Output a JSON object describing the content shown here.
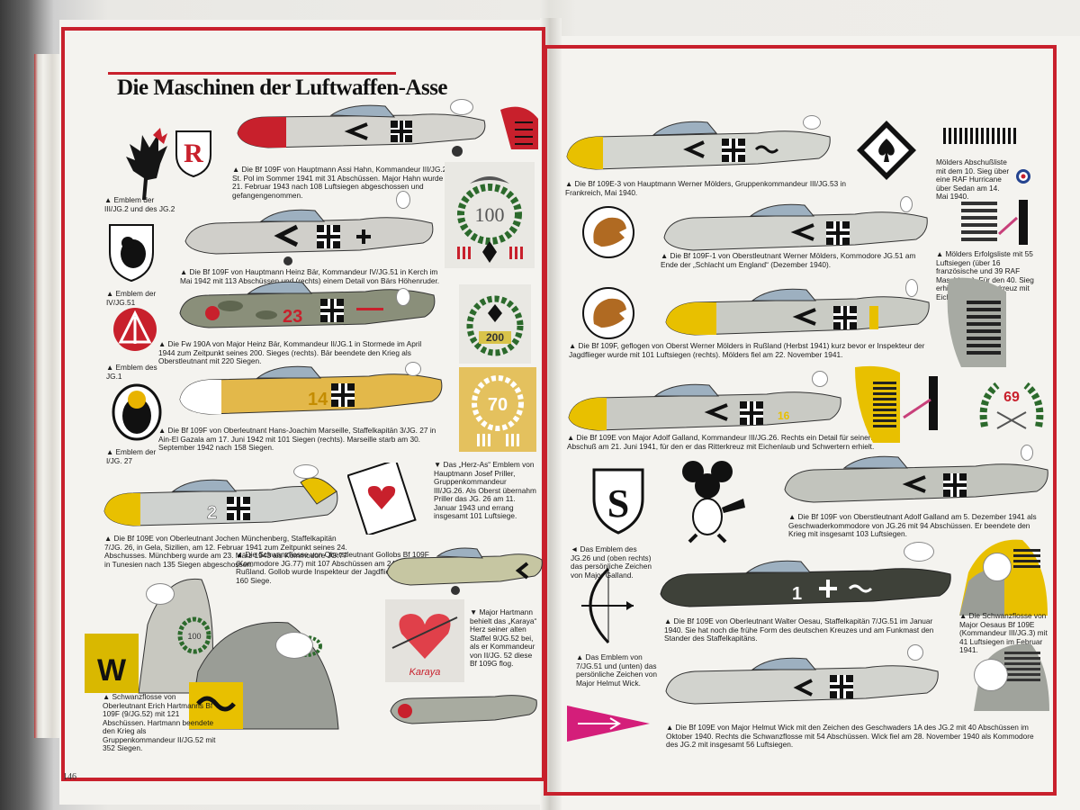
{
  "title": "Die Maschinen der Luftwaffen-Asse",
  "page_left_number": "146",
  "colors": {
    "frame_red": "#c8202c",
    "paper": "#f4f3ef"
  },
  "captions": {
    "c1": "▲ Die Bf 109F von Hauptmann Assi Hahn, Kommandeur III/JG.2 in St. Pol im Sommer 1941 mit 31 Abschüssen. Major Hahn wurde am 21. Februar 1943 nach 108 Luftsiegen abgeschossen und gefangengenommen.",
    "c1_emblem": "▲ Emblem der III/JG.2 und des JG.2",
    "c2": "▲ Die Bf 109F von Hauptmann Heinz Bär, Kommandeur IV/JG.51 in Kerch im Mai 1942 mit 113 Abschüssen und (rechts) einem Detail von Bärs Höhenruder.",
    "c2_emblem": "▲ Emblem der IV/JG.51",
    "c3": "▲ Die Fw 190A von Major Heinz Bär, Kommandeur II/JG.1 in Stormede im April 1944 zum Zeitpunkt seines 200. Sieges (rechts). Bär beendete den Krieg als Oberstleutnant mit 220 Siegen.",
    "c3_emblem": "▲ Emblem des JG.1",
    "c4": "▲ Die Bf 109F von Oberleutnant Hans-Joachim Marseille, Staffelkapitän 3/JG. 27 in Ain-El Gazala am 17. Juni 1942 mit 101 Siegen (rechts). Marseille starb am 30. September 1942 nach 158 Siegen.",
    "c4_emblem": "▲ Emblem der I/JG. 27",
    "c5": "▲ Die Bf 109E von Oberleutnant Jochen Münchenberg, Staffelkapitän 7/JG. 26, in Gela, Sizilien, am 12. Februar 1941 zum Zeitpunkt seines 24. Abschusses. Münchberg wurde am 23. März 1943 als Kommodore JG.77 in Tunesien nach 135 Siegen abgeschossen.",
    "c6": "▼ Das „Herz-As“ Emblem von Hauptmann Josef Priller, Gruppenkommandeur III/JG.26. Als Oberst übernahm Priller das JG. 26 am 11. Januar 1943 und errang insgesamt 101 Luftsiege.",
    "c7": "▲ Die Schwanzflosse von Oberstleutnant Gollobs Bf 109F (Kommodore JG.77) mit 107 Abschüssen am 24. Juni 1942 in Rußland. Gollob wurde Inspekteur der Jagdflieger und errang 160 Siege.",
    "c8": "▼ Major Hartmann behielt das „Karaya“ Herz seiner alten Staffel 9/JG.52 bei, als er Kommandeur von II/JG. 52 diese Bf 109G flog.",
    "c9": "▲ Schwanzflosse von Oberleutnant Erich Hartmanns Bf 109F (9/JG.52) mit 121 Abschüssen. Hartmann beendete den Krieg als Gruppenkommandeur II/JG.52 mit 352 Siegen.",
    "r1": "▲ Die Bf 109E-3 von Hauptmann Werner Mölders, Gruppenkommandeur III/JG.53 in Frankreich, Mai 1940.",
    "r1_side": "Mölders Abschußliste mit dem 10. Sieg über eine RAF Hurricane über Sedan am 14. Mai 1940.",
    "r2": "▲ Die Bf 109F-1 von Oberstleutnant Werner Mölders, Kommodore JG.51 am Ende der „Schlacht um England“ (Dezember 1940).",
    "r2_side": "▲ Mölders Erfolgsliste mit 55 Luftsiegen (über 16 französische und 39 RAF Maschinen). Für den 40. Sieg erhielt er das Ritterkreuz mit Eichenlaub.",
    "r3": "▲ Die Bf 109F, geflogen von Oberst Werner Mölders in Rußland (Herbst 1941) kurz bevor er Inspekteur der Jagdflieger wurde mit 101 Luftsiegen (rechts). Mölders fiel am 22. November 1941.",
    "r4": "▲ Die Bf 109E von Major Adolf Galland, Kommandeur III/JG.26. Rechts ein Detail für seinen 69. Abschuß am 21. Juni 1941, für den er das Ritterkreuz mit Eichenlaub und Schwertern erhielt.",
    "r5": "▲ Die Bf 109F von Oberstleutnant Adolf Galland am 5. Dezember 1941 als Geschwaderkommodore von JG.26 mit 94 Abschüssen. Er beendete den Krieg mit insgesamt 103 Luftsiegen.",
    "r5_emblem": "◄ Das Emblem des JG.26 und (oben rechts) das persönliche Zeichen von Major Galland.",
    "r6": "▲ Die Bf 109E von Oberleutnant Walter Oesau, Staffelkapitän 7/JG.51 im Januar 1940. Sie hat noch die frühe Form des deutschen Kreuzes und am Funkmast den Stander des Staffelkapitäns.",
    "r6_side": "▲ Die Schwanzflosse von Major Oesaus Bf 109E (Kommandeur III/JG.3) mit 41 Luftsiegen im Februar 1941.",
    "r7_emblem": "▲ Das Emblem von 7/JG.51 und (unten) das persönliche Zeichen von Major Helmut Wick.",
    "r7": "▲ Die Bf 109E von Major Helmut Wick mit den Zeichen des Geschwaders 1A des JG.2 mit 40 Abschüssen im Oktober 1940. Rechts die Schwanzflosse mit 54 Abschüssen. Wick fiel am 28. November 1940 als Kommodore des JG.2 mit insgesamt 56 Luftsiegen."
  },
  "markings": {
    "p3_num": "23",
    "p4_num": "14",
    "p5_num": "2",
    "r4_num": "16",
    "r6_num": "1",
    "w_letter": "W",
    "wreath100": "100",
    "wreath200": "200",
    "wreath70": "70",
    "wreath69": "69",
    "karaya": "Karaya",
    "s_letter": "S"
  }
}
